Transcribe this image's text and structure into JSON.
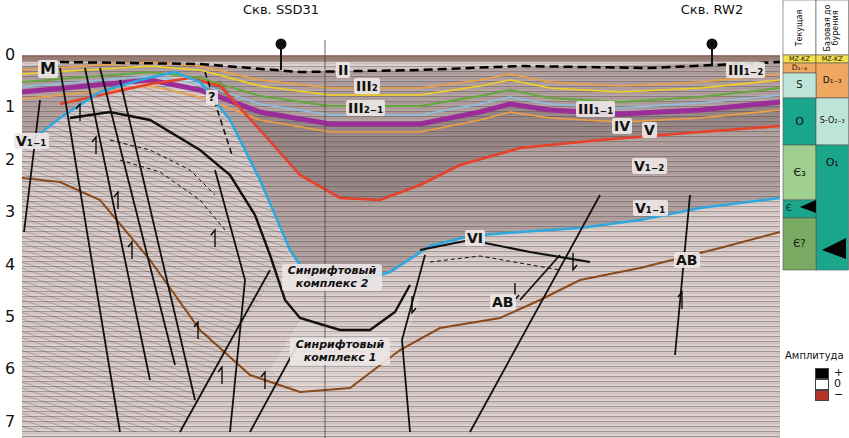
{
  "diagram": {
    "nodes": [
      {
        "text": [
          "Текущая"
        ]
      },
      {
        "text": [
          "Базовая до бурения"
        ]
      },
      {
        "text": [
          "MZ-KZ"
        ]
      },
      {
        "text": [
          "MZ-KZ"
        ]
      },
      {
        "text": [
          "D₁₋₂"
        ]
      },
      {
        "text": [
          "D₁₋₃"
        ]
      },
      {
        "text": [
          "S"
        ]
      },
      {
        "text": [
          "O"
        ]
      },
      {
        "text": [
          "S-O₂₋₃"
        ]
      },
      {
        "text": [
          "Є₃"
        ]
      },
      {
        "text": [
          "O₁"
        ]
      },
      {
        "text": [
          "Є"
        ]
      },
      {
        "text": [
          "Є?"
        ]
      }
    ],
    "labels": [
      "Скв. SSD31",
      "Скв. RW2",
      "0",
      "1",
      "2",
      "3",
      "4",
      "5",
      "6",
      "7",
      "M",
      "II",
      "III₂",
      "III₂₋₁",
      "III₁₋₁",
      "IV",
      "V",
      "III₁₋₂",
      "V₁₋₂",
      "V₁₋₁",
      "V₁₋₁",
      "?",
      "VI",
      "AB",
      "AB",
      "Синрифтовый комплекс 2",
      "Синрифтовый комплекс 1",
      "Амплитуда"
    ],
    "legend": [
      {
        "text": "+",
        "color": "#000000"
      },
      {
        "text": "0",
        "color": "#ffffff"
      },
      {
        "text": "−",
        "color": "#b5342a"
      }
    ]
  }
}
